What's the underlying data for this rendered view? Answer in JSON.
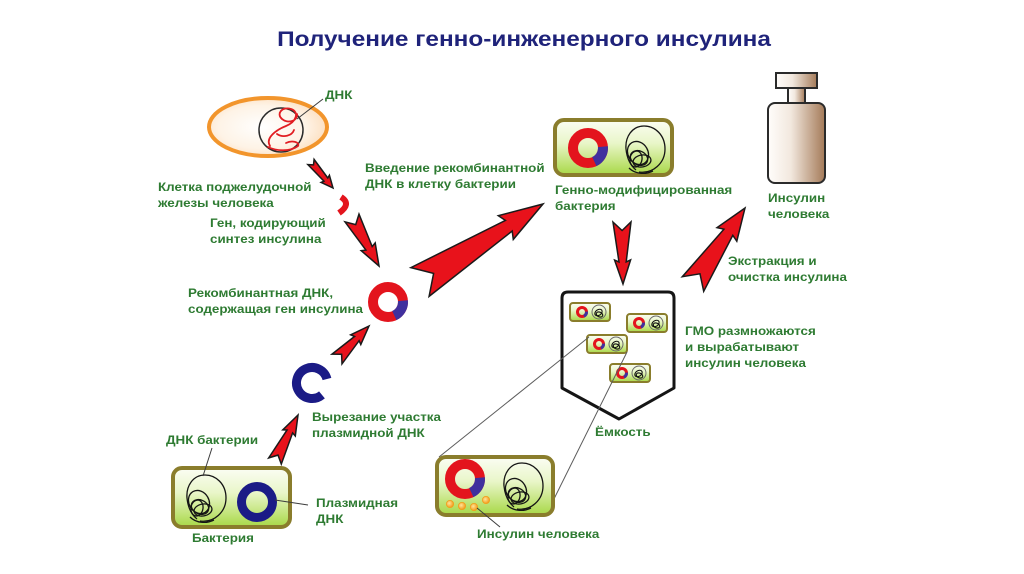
{
  "title": "Получение генно-инженерного инсулина",
  "labels": {
    "cell_dna": "ДНК",
    "pancreas_cell": [
      "Клетка поджелудочной",
      "железы человека"
    ],
    "insulin_gene": [
      "Ген, кодирующий",
      "синтез инсулина"
    ],
    "recombinant_dna": [
      "Рекомбинантная ДНК,",
      "содержащая ген инсулина"
    ],
    "introduction": [
      "Введение рекомбинантной",
      "ДНК в клетку бактерии"
    ],
    "gm_bacterium": [
      "Генно-модифицированная",
      "бактерия"
    ],
    "insulin_vial": [
      "Инсулин",
      "человека"
    ],
    "extraction": [
      "Экстракция и",
      "очистка инсулина"
    ],
    "gmo_production": [
      "ГМО размножаются",
      "и вырабатывают",
      "инсулин человека"
    ],
    "container": "Ёмкость",
    "plasmid_excision": [
      "Вырезание участка",
      "плазмидной ДНК"
    ],
    "bacterial_dna": "ДНК бактерии",
    "plasmid_dna": [
      "Плазмидная",
      "ДНК"
    ],
    "bacterium": "Бактерия",
    "human_insulin": "Инсулин человека"
  },
  "flow": [
    {
      "from": "pancreas-cell",
      "to": "insulin-gene-fragment"
    },
    {
      "from": "insulin-gene-fragment",
      "to": "recombinant-dna"
    },
    {
      "from": "bacterium",
      "to": "cut-plasmid"
    },
    {
      "from": "cut-plasmid",
      "to": "recombinant-dna"
    },
    {
      "from": "recombinant-dna",
      "to": "gm-bacterium",
      "label_key": "introduction"
    },
    {
      "from": "gm-bacterium",
      "to": "fermentation-container"
    },
    {
      "from": "fermentation-container",
      "to": "insulin-vial",
      "label_key": "extraction"
    }
  ],
  "colors": {
    "title": "#1f237a",
    "label": "#2e7b32",
    "arrow": "#e8121b",
    "arrow_outline": "#1a1a1a",
    "cell_membrane": "#f2952c",
    "cell_fill": "#fcd9b4",
    "chromosome_red": "#e11d22",
    "recombinant_dna_red": "#e3141d",
    "insulin_gene_blue": "#40309e",
    "plasmid_navy": "#1b1b86",
    "bacterium_border": "#8a7d2c",
    "bacterium_fill": "#a8d846",
    "insulin_granule": "#f39c1a",
    "vial_fill": "#a47a58",
    "container_outline": "#151515"
  }
}
